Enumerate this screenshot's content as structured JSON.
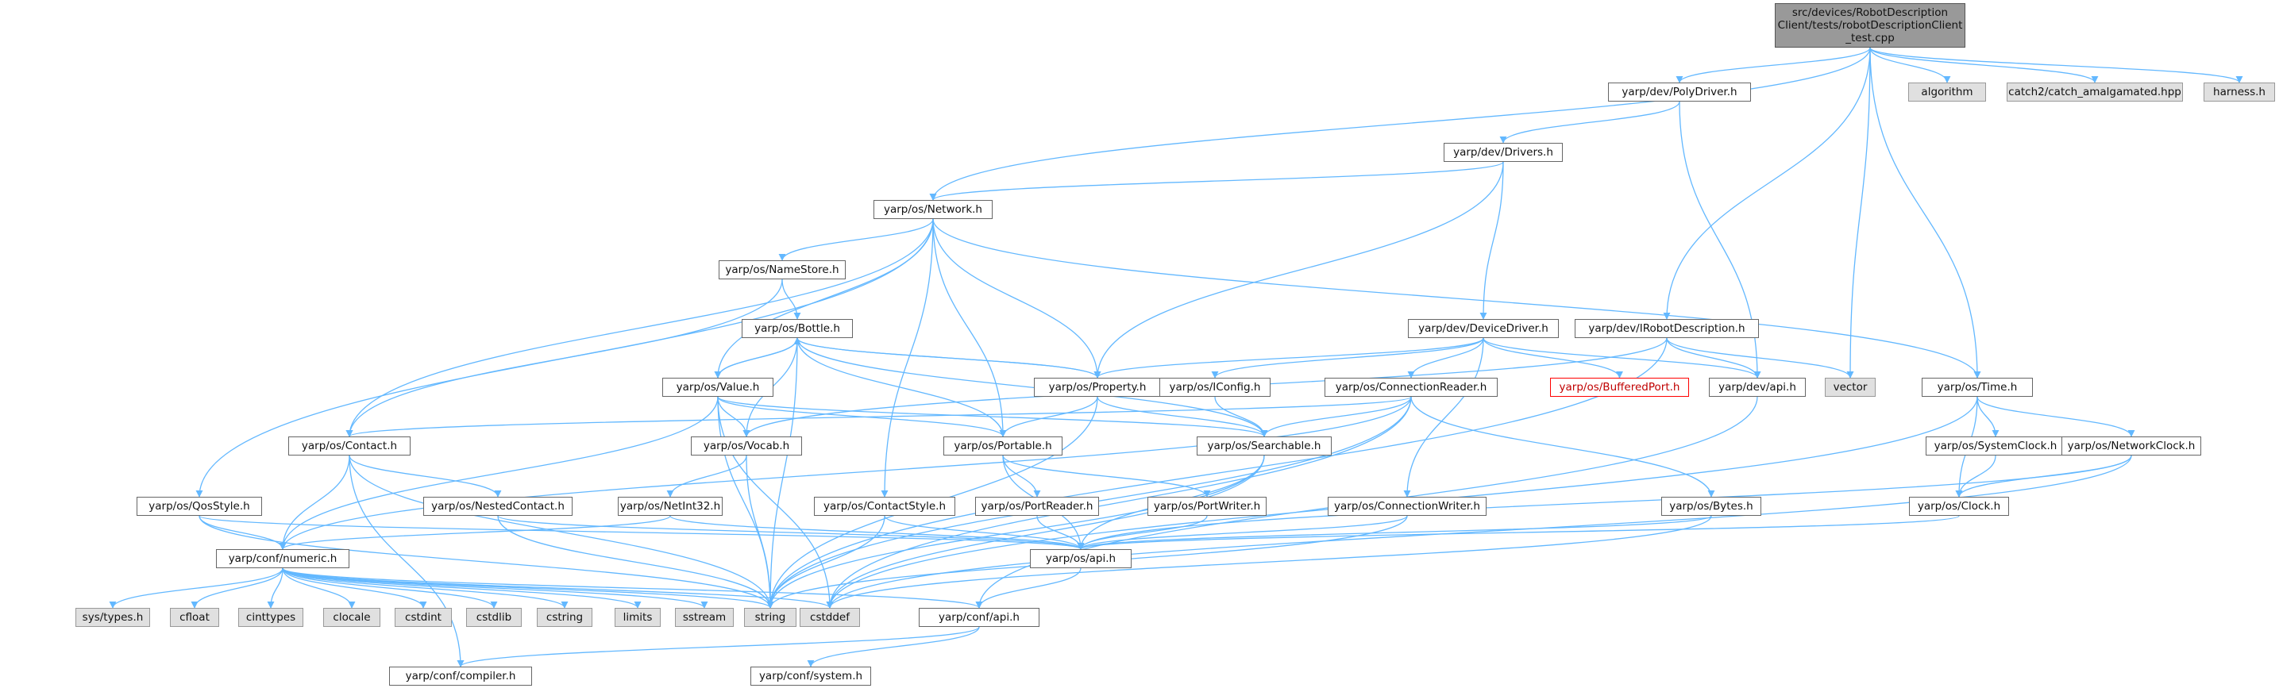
{
  "diagram": {
    "title": "",
    "edge_color": "#63b8ff",
    "nodes": {
      "root": {
        "label": "src/devices/RobotDescription Client/tests/robotDescriptionClient _test.cpp",
        "style": "root"
      },
      "algorithm": {
        "label": "algorithm",
        "style": "ext"
      },
      "catch2": {
        "label": "catch2/catch_amalgamated.hpp",
        "style": "ext"
      },
      "harness": {
        "label": "harness.h",
        "style": "ext"
      },
      "polydriver": {
        "label": "yarp/dev/PolyDriver.h",
        "style": "normal"
      },
      "drivers": {
        "label": "yarp/dev/Drivers.h",
        "style": "normal"
      },
      "network": {
        "label": "yarp/os/Network.h",
        "style": "normal"
      },
      "namestore": {
        "label": "yarp/os/NameStore.h",
        "style": "normal"
      },
      "bottle": {
        "label": "yarp/os/Bottle.h",
        "style": "normal"
      },
      "value": {
        "label": "yarp/os/Value.h",
        "style": "normal"
      },
      "property": {
        "label": "yarp/os/Property.h",
        "style": "normal"
      },
      "iconfig": {
        "label": "yarp/os/IConfig.h",
        "style": "normal"
      },
      "devicedriver": {
        "label": "yarp/dev/DeviceDriver.h",
        "style": "normal"
      },
      "irobot": {
        "label": "yarp/dev/IRobotDescription.h",
        "style": "normal"
      },
      "connreader": {
        "label": "yarp/os/ConnectionReader.h",
        "style": "normal"
      },
      "bufferedport": {
        "label": "yarp/os/BufferedPort.h",
        "style": "red"
      },
      "devapi": {
        "label": "yarp/dev/api.h",
        "style": "normal"
      },
      "vector": {
        "label": "vector",
        "style": "ext"
      },
      "time": {
        "label": "yarp/os/Time.h",
        "style": "normal"
      },
      "contact": {
        "label": "yarp/os/Contact.h",
        "style": "normal"
      },
      "vocab": {
        "label": "yarp/os/Vocab.h",
        "style": "normal"
      },
      "portable": {
        "label": "yarp/os/Portable.h",
        "style": "normal"
      },
      "searchable": {
        "label": "yarp/os/Searchable.h",
        "style": "normal"
      },
      "systemclock": {
        "label": "yarp/os/SystemClock.h",
        "style": "normal"
      },
      "networkclock": {
        "label": "yarp/os/NetworkClock.h",
        "style": "normal"
      },
      "qosstyle": {
        "label": "yarp/os/QosStyle.h",
        "style": "normal"
      },
      "nestedcontact": {
        "label": "yarp/os/NestedContact.h",
        "style": "normal"
      },
      "netint32": {
        "label": "yarp/os/NetInt32.h",
        "style": "normal"
      },
      "contactstyle": {
        "label": "yarp/os/ContactStyle.h",
        "style": "normal"
      },
      "portreader": {
        "label": "yarp/os/PortReader.h",
        "style": "normal"
      },
      "portwriter": {
        "label": "yarp/os/PortWriter.h",
        "style": "normal"
      },
      "connwriter": {
        "label": "yarp/os/ConnectionWriter.h",
        "style": "normal"
      },
      "bytes": {
        "label": "yarp/os/Bytes.h",
        "style": "normal"
      },
      "clock": {
        "label": "yarp/os/Clock.h",
        "style": "normal"
      },
      "numeric": {
        "label": "yarp/conf/numeric.h",
        "style": "normal"
      },
      "osapi": {
        "label": "yarp/os/api.h",
        "style": "normal"
      },
      "systypes": {
        "label": "sys/types.h",
        "style": "ext"
      },
      "cfloat": {
        "label": "cfloat",
        "style": "ext"
      },
      "cinttypes": {
        "label": "cinttypes",
        "style": "ext"
      },
      "clocale": {
        "label": "clocale",
        "style": "ext"
      },
      "cstdint": {
        "label": "cstdint",
        "style": "ext"
      },
      "cstdlib": {
        "label": "cstdlib",
        "style": "ext"
      },
      "cstring": {
        "label": "cstring",
        "style": "ext"
      },
      "limits": {
        "label": "limits",
        "style": "ext"
      },
      "sstream": {
        "label": "sstream",
        "style": "ext"
      },
      "string": {
        "label": "string",
        "style": "ext"
      },
      "cstddef": {
        "label": "cstddef",
        "style": "ext"
      },
      "confapi": {
        "label": "yarp/conf/api.h",
        "style": "normal"
      },
      "compiler": {
        "label": "yarp/conf/compiler.h",
        "style": "normal"
      },
      "system": {
        "label": "yarp/conf/system.h",
        "style": "normal"
      }
    },
    "edges": [
      [
        "root",
        "network"
      ],
      [
        "root",
        "polydriver"
      ],
      [
        "root",
        "irobot"
      ],
      [
        "root",
        "vector"
      ],
      [
        "root",
        "time"
      ],
      [
        "root",
        "algorithm"
      ],
      [
        "root",
        "catch2"
      ],
      [
        "root",
        "harness"
      ],
      [
        "polydriver",
        "drivers"
      ],
      [
        "polydriver",
        "devapi"
      ],
      [
        "drivers",
        "network"
      ],
      [
        "drivers",
        "property"
      ],
      [
        "drivers",
        "devicedriver"
      ],
      [
        "network",
        "namestore"
      ],
      [
        "network",
        "value"
      ],
      [
        "network",
        "property"
      ],
      [
        "network",
        "contact"
      ],
      [
        "network",
        "qosstyle"
      ],
      [
        "network",
        "portable"
      ],
      [
        "network",
        "contactstyle"
      ],
      [
        "network",
        "time"
      ],
      [
        "namestore",
        "bottle"
      ],
      [
        "namestore",
        "contact"
      ],
      [
        "bottle",
        "value"
      ],
      [
        "bottle",
        "property"
      ],
      [
        "bottle",
        "vocab"
      ],
      [
        "bottle",
        "portable"
      ],
      [
        "bottle",
        "searchable"
      ],
      [
        "bottle",
        "string"
      ],
      [
        "value",
        "bottle"
      ],
      [
        "value",
        "vocab"
      ],
      [
        "value",
        "portable"
      ],
      [
        "value",
        "searchable"
      ],
      [
        "value",
        "numeric"
      ],
      [
        "value",
        "string"
      ],
      [
        "value",
        "cstddef"
      ],
      [
        "property",
        "bottle"
      ],
      [
        "property",
        "portable"
      ],
      [
        "property",
        "searchable"
      ],
      [
        "property",
        "string"
      ],
      [
        "devicedriver",
        "property"
      ],
      [
        "devicedriver",
        "iconfig"
      ],
      [
        "devicedriver",
        "connreader"
      ],
      [
        "devicedriver",
        "bufferedport"
      ],
      [
        "devicedriver",
        "devapi"
      ],
      [
        "devicedriver",
        "connwriter"
      ],
      [
        "irobot",
        "devapi"
      ],
      [
        "irobot",
        "vector"
      ],
      [
        "irobot",
        "string"
      ],
      [
        "irobot",
        "vocab"
      ],
      [
        "iconfig",
        "searchable"
      ],
      [
        "connreader",
        "searchable"
      ],
      [
        "connreader",
        "bytes"
      ],
      [
        "connreader",
        "numeric"
      ],
      [
        "connreader",
        "contact"
      ],
      [
        "connreader",
        "cstddef"
      ],
      [
        "connreader",
        "string"
      ],
      [
        "devapi",
        "confapi"
      ],
      [
        "time",
        "systemclock"
      ],
      [
        "time",
        "networkclock"
      ],
      [
        "time",
        "clock"
      ],
      [
        "time",
        "cstddef"
      ],
      [
        "contact",
        "nestedcontact"
      ],
      [
        "contact",
        "numeric"
      ],
      [
        "contact",
        "string"
      ],
      [
        "contact",
        "compiler"
      ],
      [
        "vocab",
        "netint32"
      ],
      [
        "vocab",
        "string"
      ],
      [
        "portable",
        "portreader"
      ],
      [
        "portable",
        "portwriter"
      ],
      [
        "portable",
        "osapi"
      ],
      [
        "searchable",
        "osapi"
      ],
      [
        "searchable",
        "string"
      ],
      [
        "searchable",
        "cstddef"
      ],
      [
        "systemclock",
        "clock"
      ],
      [
        "networkclock",
        "clock"
      ],
      [
        "networkclock",
        "osapi"
      ],
      [
        "networkclock",
        "cstddef"
      ],
      [
        "qosstyle",
        "numeric"
      ],
      [
        "qosstyle",
        "osapi"
      ],
      [
        "qosstyle",
        "string"
      ],
      [
        "nestedcontact",
        "osapi"
      ],
      [
        "nestedcontact",
        "string"
      ],
      [
        "netint32",
        "numeric"
      ],
      [
        "netint32",
        "osapi"
      ],
      [
        "contactstyle",
        "osapi"
      ],
      [
        "contactstyle",
        "string"
      ],
      [
        "portreader",
        "osapi"
      ],
      [
        "portwriter",
        "osapi"
      ],
      [
        "connwriter",
        "osapi"
      ],
      [
        "connwriter",
        "string"
      ],
      [
        "bytes",
        "osapi"
      ],
      [
        "bytes",
        "cstddef"
      ],
      [
        "clock",
        "osapi"
      ],
      [
        "numeric",
        "systypes"
      ],
      [
        "numeric",
        "cfloat"
      ],
      [
        "numeric",
        "cinttypes"
      ],
      [
        "numeric",
        "clocale"
      ],
      [
        "numeric",
        "cstdint"
      ],
      [
        "numeric",
        "cstdlib"
      ],
      [
        "numeric",
        "cstring"
      ],
      [
        "numeric",
        "limits"
      ],
      [
        "numeric",
        "sstream"
      ],
      [
        "numeric",
        "string"
      ],
      [
        "numeric",
        "cstddef"
      ],
      [
        "numeric",
        "confapi"
      ],
      [
        "osapi",
        "confapi"
      ],
      [
        "confapi",
        "compiler"
      ],
      [
        "confapi",
        "system"
      ]
    ]
  }
}
